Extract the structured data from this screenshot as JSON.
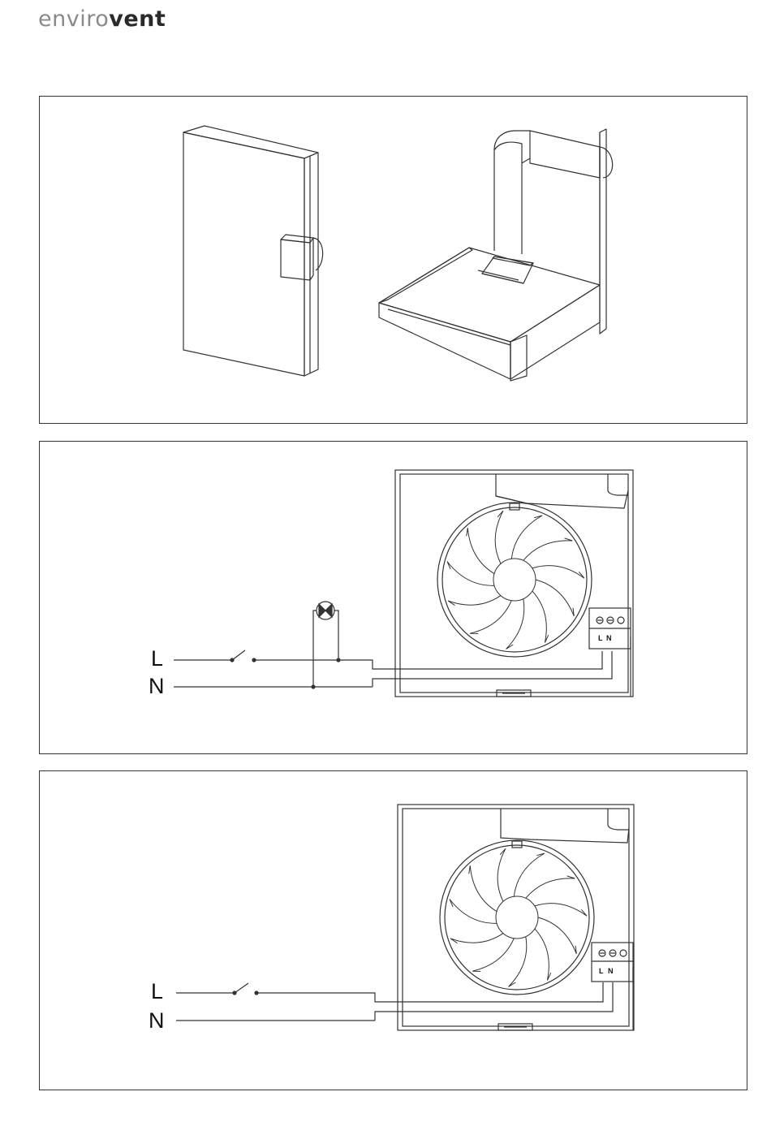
{
  "brand": {
    "logo_light": "enviro",
    "logo_dark": "vent"
  },
  "diagrams": {
    "wiring_timer": {
      "live_label": "L",
      "neutral_label": "N",
      "terminal_live": "L",
      "terminal_neutral": "N"
    },
    "wiring_basic": {
      "live_label": "L",
      "neutral_label": "N",
      "terminal_live": "L",
      "terminal_neutral": "N"
    }
  },
  "colors": {
    "line": "#333333",
    "logo_light": "#8a8a8a",
    "logo_dark": "#2a2a2a"
  }
}
